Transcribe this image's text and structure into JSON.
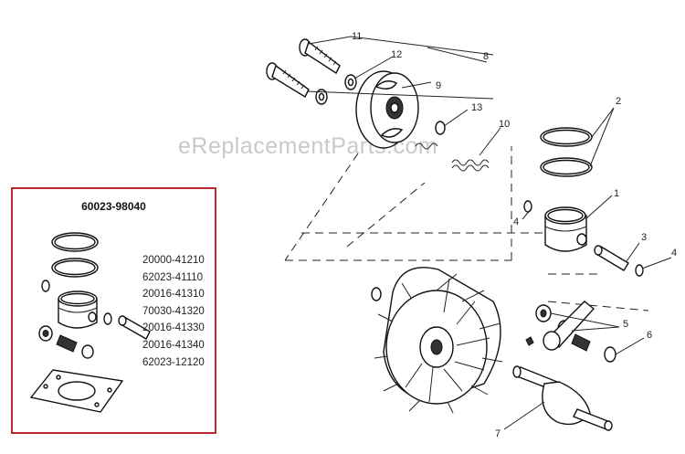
{
  "watermark": "eReplacementParts.com",
  "callouts": {
    "c1": "1",
    "c2": "2",
    "c3": "3",
    "c4a": "4",
    "c4b": "4",
    "c5": "5",
    "c6": "6",
    "c7": "7",
    "c8": "8",
    "c9": "9",
    "c10": "10",
    "c11": "11",
    "c12": "12",
    "c13": "13"
  },
  "kit": {
    "title": "60023-98040",
    "part_numbers": [
      "20000-41210",
      "62023-41110",
      "20016-41310",
      "70030-41320",
      "20016-41330",
      "20016-41340",
      "62023-12120"
    ],
    "highlight_color": "#c0282d"
  }
}
